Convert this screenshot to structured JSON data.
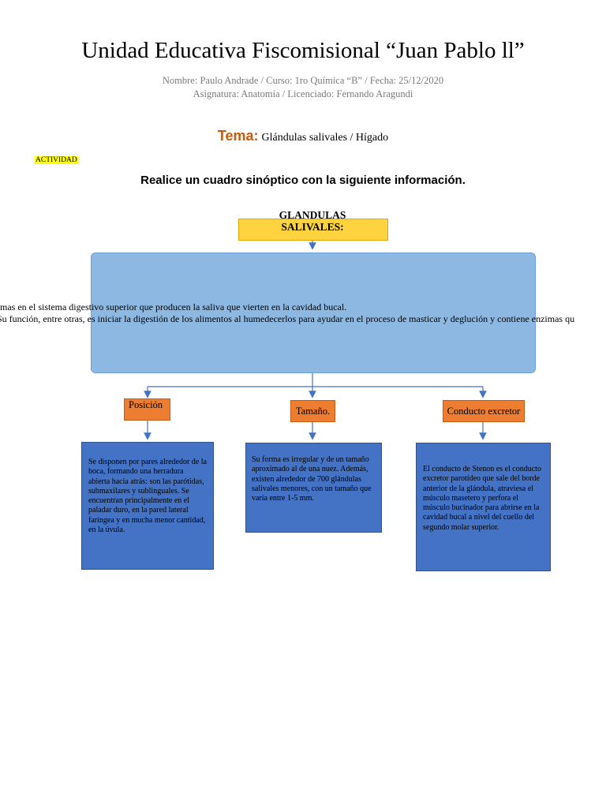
{
  "header": {
    "title": "Unidad Educativa Fiscomisional “Juan Pablo ll”",
    "line1": "Nombre: Paulo Andrade / Curso: 1ro Química “B” / Fecha: 25/12/2020",
    "line2": "Asignatura: Anatomía / Licenciado: Fernando Aragundi"
  },
  "tema": {
    "label": "Tema:",
    "value": "Glándulas salivales / Hígado"
  },
  "actividad": "ACTIVIDAD",
  "instruction": "Realice un cuadro sinóptico con la siguiente información.",
  "diagram": {
    "root_line1": "GLANDULAS",
    "root_line2": "SALIVALES:",
    "definition_line1": "mas en el sistema digestivo superior que producen la saliva que vierten en la cavidad bucal.",
    "definition_line2": ". Su función, entre otras, es iniciar la digestión de los alimentos al humedecerlos para ayudar en el proceso de masticar y deglución y contiene enzimas qu",
    "branches": [
      {
        "label": "Posición",
        "text": "Se disponen por pares alrededor de la boca, formando una herradura abierta hacia atrás: son las parótidas, submaxilares y sublinguales. Se encuentran principalmente en el paladar duro, en la pared lateral faríngea y en mucha menor cantidad, en la úvula."
      },
      {
        "label": "Tamaño.",
        "text": "Su forma es irregular y de un tamaño aproximado al de una nuez. Además, existen alrededor de 700 glándulas salivales menores, con un tamaño que varía entre 1-5 mm."
      },
      {
        "label": "Conducto excretor",
        "text": "El conducto de Stenon  es el conducto excretor parotídeo que sale del borde anterior de la glándula, atraviesa el músculo masetero y perfora el músculo bucinador para abrirse en la cavidad bucal a nivel del cuello del segundo molar superior."
      }
    ]
  }
}
